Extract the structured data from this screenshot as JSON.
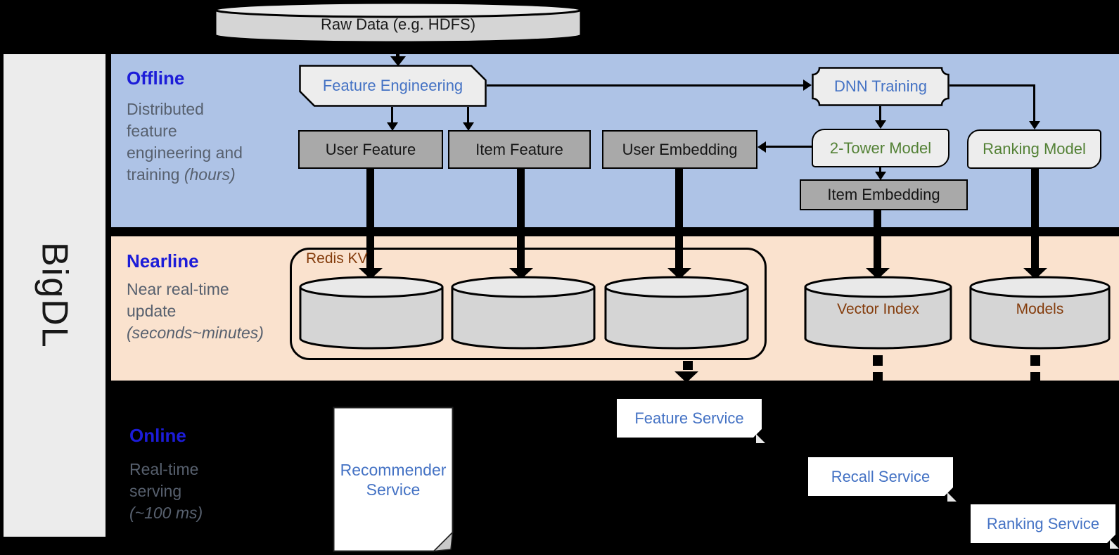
{
  "colors": {
    "background": "#000000",
    "band_offline": "#AEC3E6",
    "band_nearline": "#FAE2CE",
    "sidebar_bg": "#ECECEC",
    "box_dark_gray": "#A9A9A9",
    "shape_light_gray": "#EDEDED",
    "cylinder_body": "#D5D5D5",
    "cylinder_top": "#E9E9E9",
    "service_bg": "#FFFFFF",
    "accent_blue": "#4472C4",
    "label_blue": "#1C1CD8",
    "accent_green": "#538135",
    "accent_brown": "#843C0C",
    "text_gray": "#57606E",
    "text_dark": "#111111"
  },
  "sidebar": {
    "label": "BigDL"
  },
  "source": {
    "label": "Raw Data (e.g. HDFS)"
  },
  "offline": {
    "title": "Offline",
    "description": "Distributed\nfeature\nengineering and\ntraining ",
    "description_italic": "(hours)",
    "nodes": {
      "feature_engineering": "Feature Engineering",
      "user_feature": "User Feature",
      "item_feature": "Item Feature",
      "user_embedding": "User Embedding",
      "dnn_training": "DNN Training",
      "two_tower_model": "2-Tower Model",
      "ranking_model": "Ranking Model",
      "item_embedding": "Item Embedding"
    }
  },
  "nearline": {
    "title": "Nearline",
    "description": "Near real-time\nupdate\n",
    "description_italic": "(seconds~minutes)",
    "redis_group_label": "Redis KV",
    "stores": {
      "vector_index": "Vector Index",
      "models": "Models"
    }
  },
  "online": {
    "title": "Online",
    "description": "Real-time\nserving\n",
    "description_italic": "(~100 ms)",
    "services": {
      "recommender_service": "Recommender Service",
      "feature_service": "Feature Service",
      "recall_service": "Recall Service",
      "ranking_service": "Ranking Service"
    }
  }
}
